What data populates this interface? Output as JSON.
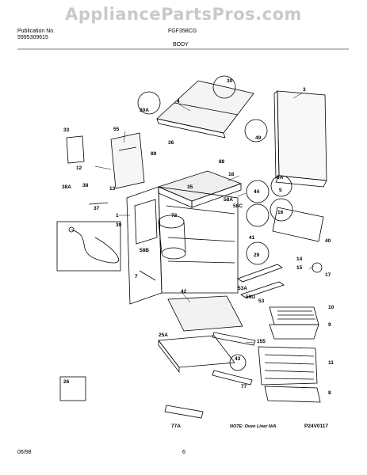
{
  "watermark": "AppliancePartsPros.com",
  "header": {
    "publication_label": "Publication No.",
    "publication_number": "5995309615",
    "model": "FGF358CG",
    "section": "BODY"
  },
  "footer": {
    "date": "06/98",
    "page": "6"
  },
  "notes": {
    "oven_liner": "NOTE: Oven Liner N/A",
    "figure_code": "P24V0117"
  },
  "callouts": [
    "30",
    "30A",
    "4",
    "3",
    "49",
    "33",
    "55",
    "36",
    "89",
    "88",
    "12",
    "38",
    "38A",
    "13",
    "37",
    "1",
    "39",
    "18",
    "35",
    "5A",
    "44",
    "5",
    "16",
    "58A",
    "58C",
    "72",
    "41",
    "29",
    "40",
    "14",
    "15",
    "17",
    "58B",
    "7",
    "53A",
    "59G",
    "53",
    "42",
    "10",
    "9",
    "155",
    "25A",
    "43",
    "11",
    "26",
    "77",
    "8",
    "77A"
  ]
}
